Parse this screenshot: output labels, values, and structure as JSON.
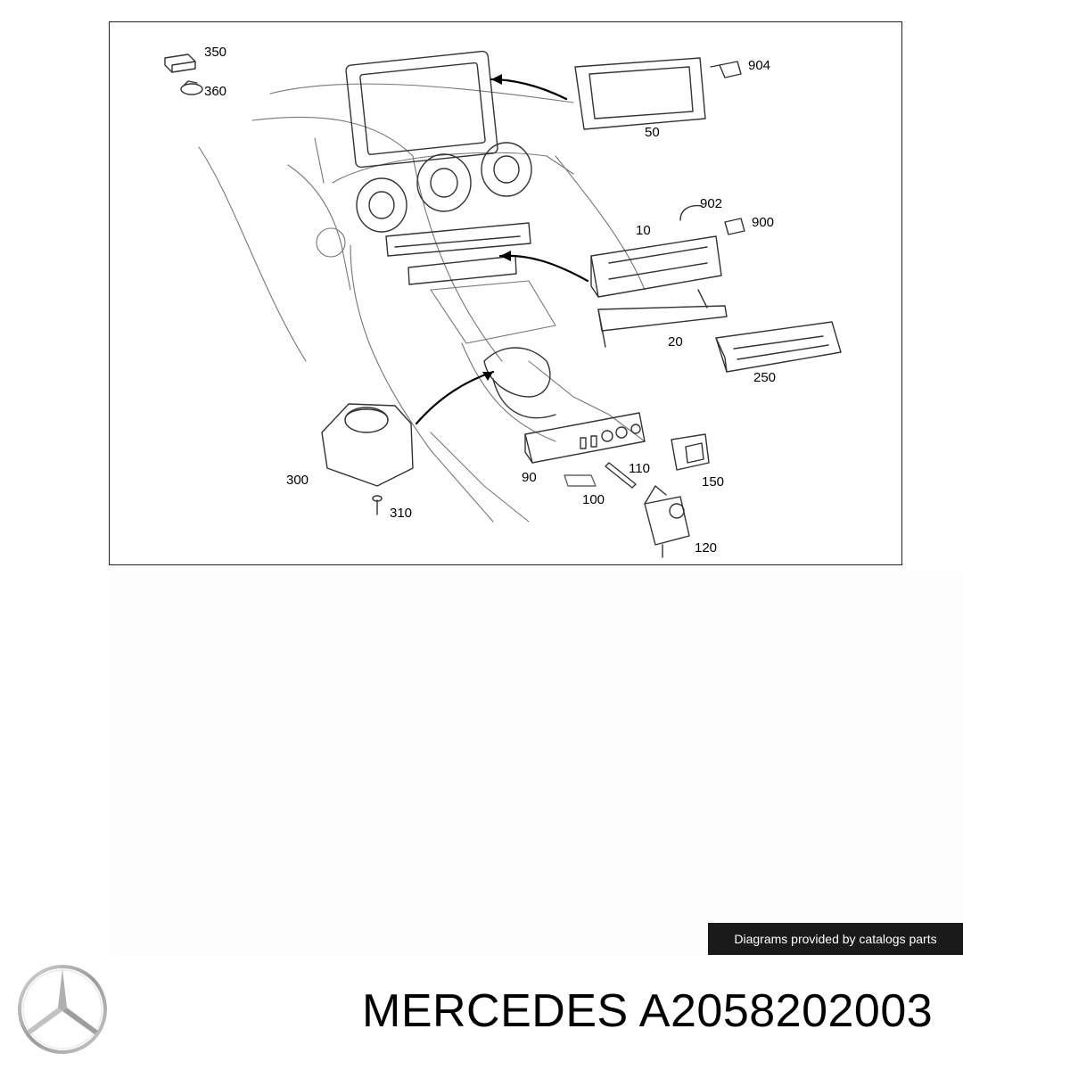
{
  "diagram": {
    "callouts": [
      {
        "id": "350",
        "label": "350"
      },
      {
        "id": "360",
        "label": "360"
      },
      {
        "id": "904",
        "label": "904"
      },
      {
        "id": "50",
        "label": "50"
      },
      {
        "id": "902",
        "label": "902"
      },
      {
        "id": "10",
        "label": "10"
      },
      {
        "id": "900",
        "label": "900"
      },
      {
        "id": "20",
        "label": "20"
      },
      {
        "id": "250",
        "label": "250"
      },
      {
        "id": "300",
        "label": "300"
      },
      {
        "id": "90",
        "label": "90"
      },
      {
        "id": "110",
        "label": "110"
      },
      {
        "id": "150",
        "label": "150"
      },
      {
        "id": "100",
        "label": "100"
      },
      {
        "id": "310",
        "label": "310"
      },
      {
        "id": "120",
        "label": "120"
      }
    ]
  },
  "credit": {
    "text": "Diagrams provided by catalogs parts"
  },
  "footer": {
    "brand": "MERCEDES",
    "part_number": "A2058202003"
  },
  "icons": {
    "logo": "mercedes-star-logo"
  },
  "colors": {
    "line": "#222222",
    "credit_bg": "#1a1a1a",
    "logo": "#a8a8a8"
  }
}
